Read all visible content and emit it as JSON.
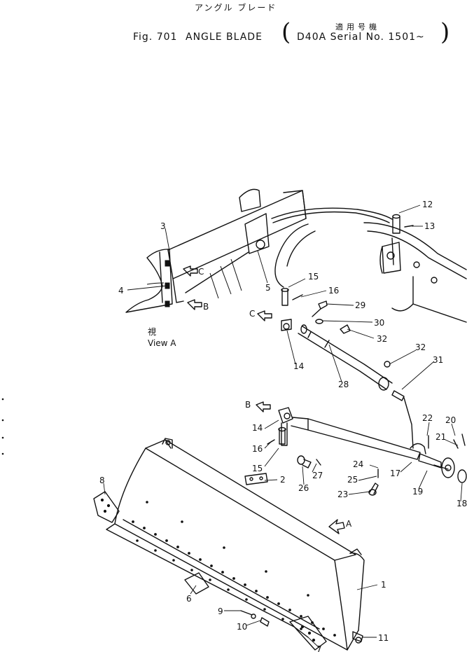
{
  "header": {
    "title_jp": "アングル ブレード",
    "applicability_jp": "適用号機",
    "fig_label": "Fig. 701",
    "title_en": "ANGLE BLADE",
    "paren_open": "(",
    "serial": "D40A Serial No. 1501~",
    "paren_close": ")"
  },
  "view_label": {
    "jp": "視",
    "en": "View A"
  },
  "view_arrows": [
    "C",
    "B",
    "C",
    "B",
    "A"
  ],
  "callouts": [
    "1",
    "2",
    "3",
    "4",
    "5",
    "6",
    "7",
    "8",
    "9",
    "10",
    "11",
    "12",
    "13",
    "14",
    "14",
    "15",
    "15",
    "16",
    "16",
    "17",
    "18",
    "19",
    "20",
    "21",
    "22",
    "23",
    "24",
    "25",
    "26",
    "27",
    "28",
    "29",
    "30",
    "31",
    "32",
    "32"
  ]
}
